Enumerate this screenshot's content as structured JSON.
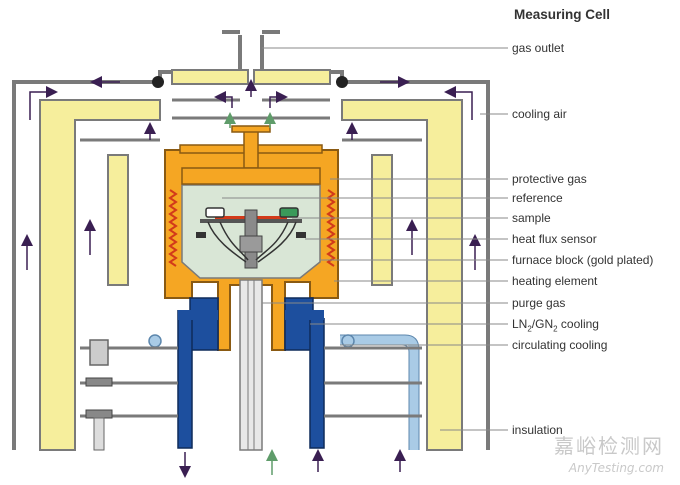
{
  "title": "Measuring Cell",
  "labels": {
    "gas_outlet": "gas outlet",
    "cooling_air": "cooling air",
    "protective_gas": "protective gas",
    "reference": "reference",
    "sample": "sample",
    "heat_flux_sensor": "heat flux sensor",
    "furnace_block": "furnace block (gold plated)",
    "heating_element": "heating element",
    "purge_gas": "purge gas",
    "ln_cooling_prefix": "LN",
    "ln_cooling_sub1": "2",
    "ln_cooling_mid": "/GN",
    "ln_cooling_sub2": "2",
    "ln_cooling_suffix": " cooling",
    "circulating_cooling": "circulating cooling",
    "insulation": "insulation"
  },
  "watermark": {
    "cn": "嘉峪检测网",
    "en": "AnyTesting.com"
  },
  "colors": {
    "insulation_yellow": "#f6ee9c",
    "furnace_orange": "#f5a623",
    "ln_blue": "#1d4f9e",
    "circ_blue": "#a9cbe6",
    "inner_chamber": "#d9e6d6",
    "heater_red": "#d23a1a",
    "frame_grey": "#7a7a7a",
    "arrow_purple": "#3a1f52",
    "arrow_green": "#5f9c6a",
    "leader_grey": "#888888"
  }
}
